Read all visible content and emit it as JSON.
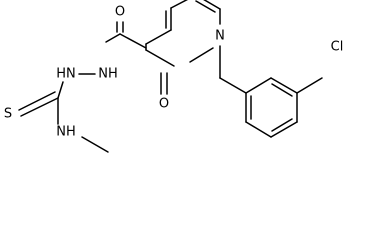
{
  "atoms": {
    "cl": "Cl",
    "carbonyl_o": "O",
    "hydrazide_nh_1": "HN",
    "hydrazide_nh_2": "NH",
    "ring_n": "N",
    "ring_o": "O",
    "thio_s": "S",
    "amine_nh": "NH"
  }
}
